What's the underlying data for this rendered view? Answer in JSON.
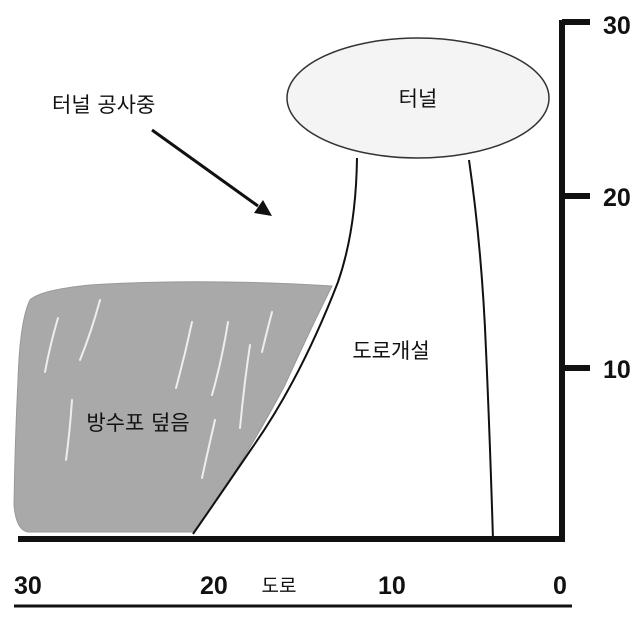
{
  "labels": {
    "tunnel_construction": "터널 공사중",
    "tunnel": "터널",
    "road_opening": "도로개설",
    "waterproof_cover": "방수포 덮음",
    "road": "도로"
  },
  "scale_vertical": {
    "tick_30": "30",
    "tick_20": "20",
    "tick_10": "10"
  },
  "scale_horizontal": {
    "tick_30": "30",
    "tick_20": "20",
    "tick_10": "10",
    "tick_0": "0"
  },
  "colors": {
    "line": "#111111",
    "cover_fill": "#a9a9a9",
    "cover_streak": "#eeeeee",
    "tunnel_fill": "#f4f4f4",
    "background": "#ffffff"
  }
}
